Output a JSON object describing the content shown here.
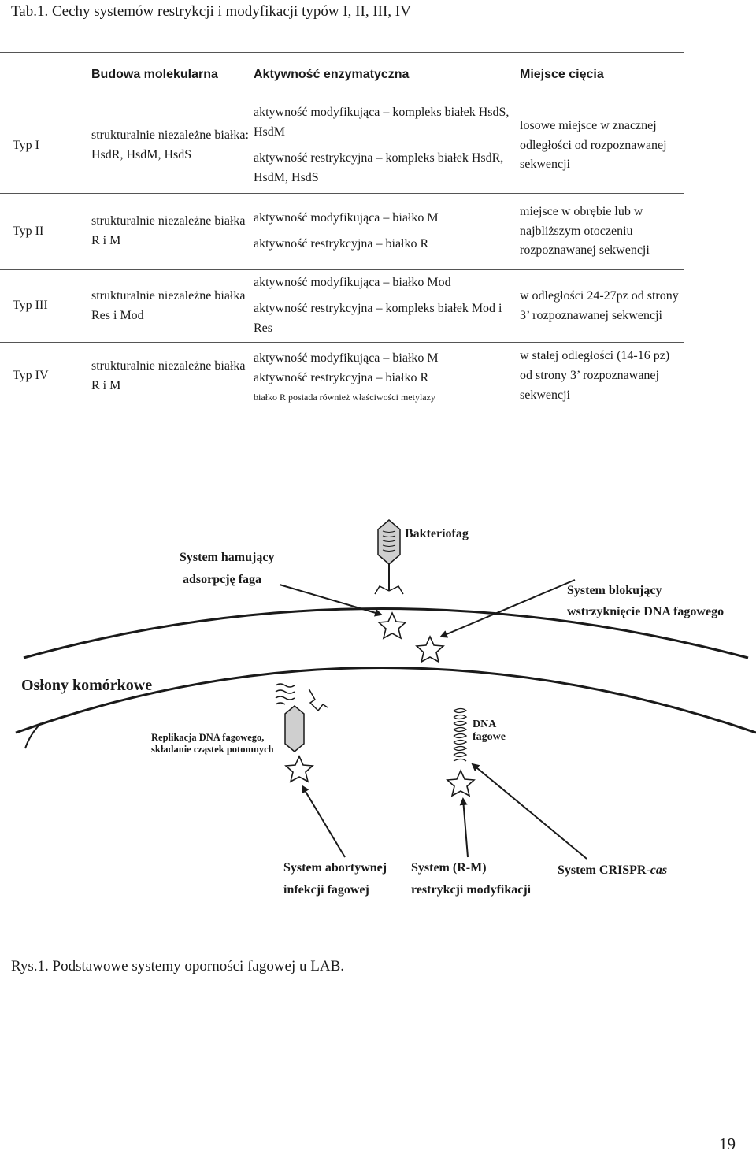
{
  "table_caption": "Tab.1. Cechy systemów restrykcji i modyfikacji typów I, II, III, IV",
  "table": {
    "headers": [
      "Budowa molekularna",
      "Aktywność enzymatyczna",
      "Miejsce cięcia"
    ],
    "rows": [
      {
        "type": "Typ I",
        "build": "strukturalnie niezależne białka: HsdR, HsdM, HsdS",
        "activity": [
          "aktywność modyfikująca – kompleks białek HsdS, HsdM",
          "aktywność restrykcyjna – kompleks białek HsdR, HsdM, HsdS"
        ],
        "site": "losowe miejsce w znacznej odległości od rozpoznawanej sekwencji"
      },
      {
        "type": "Typ II",
        "build": "strukturalnie niezależne białka R i M",
        "activity": [
          "aktywność modyfikująca – białko M",
          "aktywność restrykcyjna – białko R"
        ],
        "site": "miejsce w obrębie lub w najbliższym otoczeniu rozpoznawanej sekwencji"
      },
      {
        "type": "Typ III",
        "build": "strukturalnie niezależne białka Res i Mod",
        "activity": [
          "aktywność modyfikująca – białko Mod",
          "aktywność restrykcyjna – kompleks białek Mod i Res"
        ],
        "site": "w odległości 24-27pz od strony 3’ rozpoznawanej sekwencji"
      },
      {
        "type": "Typ IV",
        "build": "strukturalnie niezależne białka R i M",
        "activity": [
          "aktywność modyfikująca – białko M",
          "aktywność restrykcyjna – białko R"
        ],
        "note": "białko R posiada również właściwości metylazy",
        "site": "w stałej odległości (14-16 pz) od strony 3’ rozpoznawanej sekwencji"
      }
    ]
  },
  "figure": {
    "labels": {
      "bacteriophage": "Bakteriofag",
      "adsorption_line1": "System hamujący",
      "adsorption_line2": "adsorpcję faga",
      "injection_line1": "System blokujący",
      "injection_line2": "wstrzyknięcie DNA fagowego",
      "envelope": "Osłony komórkowe",
      "replication_line1": "Replikacja DNA fagowego,",
      "replication_line2": "składanie cząstek potomnych",
      "phage_dna_line1": "DNA",
      "phage_dna_line2": "fagowe",
      "abortive_line1": "System abortywnej",
      "abortive_line2": "infekcji fagowej",
      "rm_line1": "System (R-M)",
      "rm_line2": "restrykcji modyfikacji",
      "crispr_prefix": "System CRISPR-",
      "crispr_italic": "cas"
    }
  },
  "figure_caption": "Rys.1. Podstawowe systemy oporności fagowej u LAB.",
  "page_number": "19"
}
